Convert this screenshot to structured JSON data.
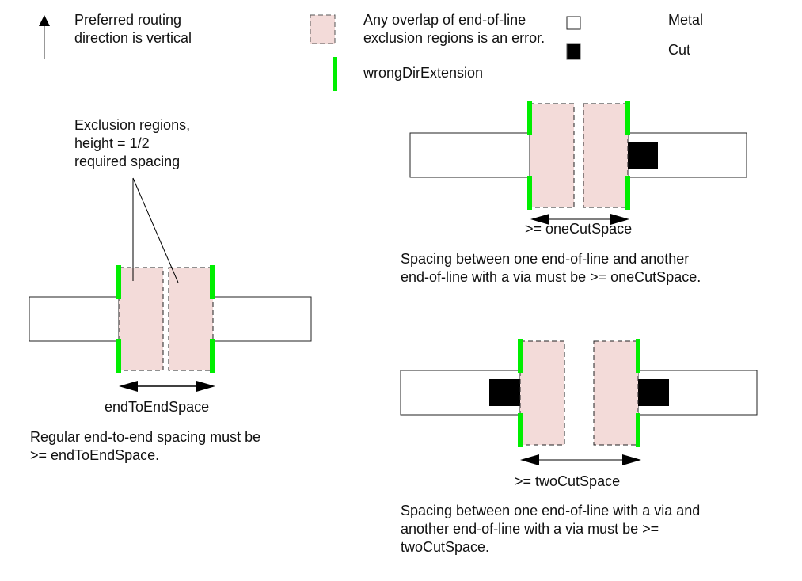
{
  "legend": {
    "routing": {
      "icon": "up-arrow-icon",
      "line1": "Preferred routing",
      "line2": "direction is vertical"
    },
    "exclusion": {
      "icon": "exclusion-region-swatch",
      "line1": "Any overlap of end-of-line",
      "line2": "exclusion regions is an error."
    },
    "wrong_dir": {
      "icon": "green-bar-swatch",
      "label": "wrongDirExtension"
    },
    "metal": {
      "icon": "metal-swatch",
      "label": "Metal"
    },
    "cut": {
      "icon": "cut-swatch",
      "label": "Cut"
    }
  },
  "colors": {
    "exclusion_fill": "#f3dbd9",
    "wrong_dir_extension": "#00ee00",
    "metal_fill": "#ffffff",
    "cut_fill": "#000000",
    "outline": "#6e6e6e"
  },
  "diagram_end_to_end": {
    "annotation": [
      "Exclusion regions,",
      "height = 1/2",
      "required spacing"
    ],
    "dimension_label": "endToEndSpace",
    "caption": [
      "Regular end-to-end spacing must be",
      ">= endToEndSpace."
    ]
  },
  "diagram_one_cut": {
    "dimension_label": ">= oneCutSpace",
    "caption": [
      "Spacing between one end-of-line and another",
      "end-of-line with a via must be >= oneCutSpace."
    ]
  },
  "diagram_two_cut": {
    "dimension_label": ">= twoCutSpace",
    "caption": [
      "Spacing between one end-of-line with a via and",
      "another end-of-line with a via must be >=",
      "twoCutSpace."
    ]
  }
}
